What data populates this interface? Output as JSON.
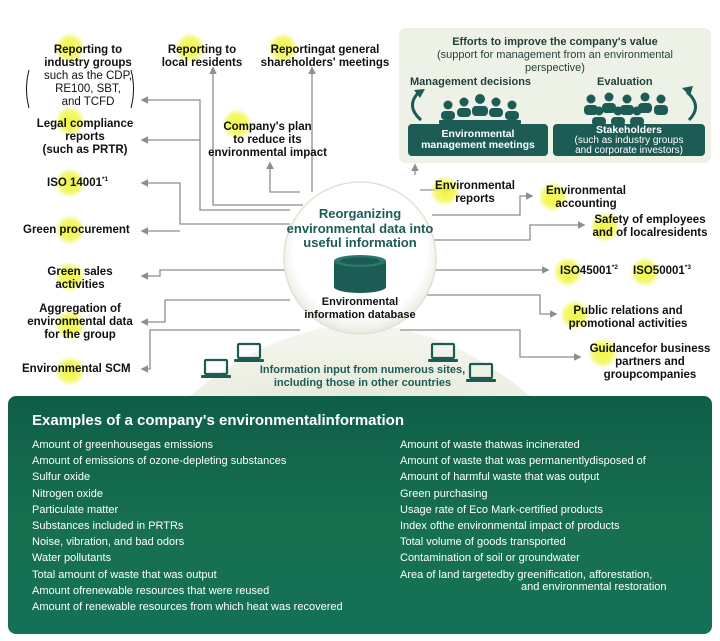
{
  "outputs_left": [
    {
      "key": "industry",
      "title": "Reporting to\nindustry groups",
      "detail": "such as the CDP,\nRE100, SBT,\nand TCFD"
    },
    {
      "key": "legal",
      "title": "Legal compliance\nreports\n(such as PRTR)"
    },
    {
      "key": "iso14001",
      "title": "ISO 14001",
      "note": "*1"
    },
    {
      "key": "green_procurement",
      "title": "Green procurement"
    },
    {
      "key": "green_sales",
      "title": "Green sales\nactivities"
    },
    {
      "key": "aggregation",
      "title": "Aggregation of\nenvironmental data\nfor the group"
    },
    {
      "key": "scm",
      "title": "Environmental SCM"
    }
  ],
  "outputs_top": [
    {
      "key": "local",
      "title": "Reporting to\nlocal residents"
    },
    {
      "key": "shareholders",
      "title": "Reportingat general\nshareholders' meetings"
    },
    {
      "key": "plan",
      "title": "Company's plan\nto reduce its\nenvironmental impact"
    }
  ],
  "outputs_right": [
    {
      "key": "env_reports",
      "title": "Environmental\nreports"
    },
    {
      "key": "accounting",
      "title": "Environmental\naccounting"
    },
    {
      "key": "safety",
      "title": "Safety of employees\nand of localresidents"
    },
    {
      "key": "iso45001",
      "title": "ISO45001",
      "note": "*2"
    },
    {
      "key": "iso50001",
      "title": "ISO50001",
      "note": "*3"
    },
    {
      "key": "pr",
      "title": "Public relations and\npromotional activities"
    },
    {
      "key": "guidance",
      "title": "Guidancefor business\npartners and\ngroupcompanies"
    }
  ],
  "value_panel": {
    "title": "Efforts to improve the company's value",
    "subtitle": "(support for management from an environmental\nperspective)",
    "management_label": "Management decisions",
    "evaluation_label": "Evaluation",
    "management_box": "Environmental\nmanagement meetings",
    "stakeholders_box_title": "Stakeholders",
    "stakeholders_box_detail": "(such as industry groups\nand corporate investors)"
  },
  "center": {
    "title": "Reorganizing\nenvironmental data into\nuseful information",
    "database_label": "Environmental\ninformation database"
  },
  "input": {
    "text": "Information input from numerous sites,\nincluding those in other countries"
  },
  "examples": {
    "title": "Examples of a company's environmentalinformation",
    "left": [
      "Amount of greenhousegas emissions",
      "Amount of emissions of ozone-depleting substances",
      "Sulfur oxide",
      "Nitrogen oxide",
      "Particulate matter",
      "Substances included in PRTRs",
      "Noise, vibration, and bad odors",
      "Water pollutants",
      "Total amount of waste that was output",
      "Amount ofrenewable resources that were reused",
      "Amount of renewable resources from which heat was recovered"
    ],
    "right": [
      "Amount of waste thatwas incinerated",
      "Amount of waste that was permanentlydisposed of",
      "Amount of harmful waste that was output",
      "Green purchasing",
      "Usage rate of Eco Mark-certified products",
      "Index ofthe environmental impact of products",
      "Total volume of goods transported",
      "Contamination of soil or groundwater",
      "Area of land targetedby greenification, afforestation,"
    ],
    "right_continued": "and environmental restoration"
  },
  "colors": {
    "teal": "#1d5c54",
    "glow": "#f0f53c",
    "panel": "#eef1e6",
    "arrow": "#8a8f92",
    "bottom_panel": "#147158"
  }
}
